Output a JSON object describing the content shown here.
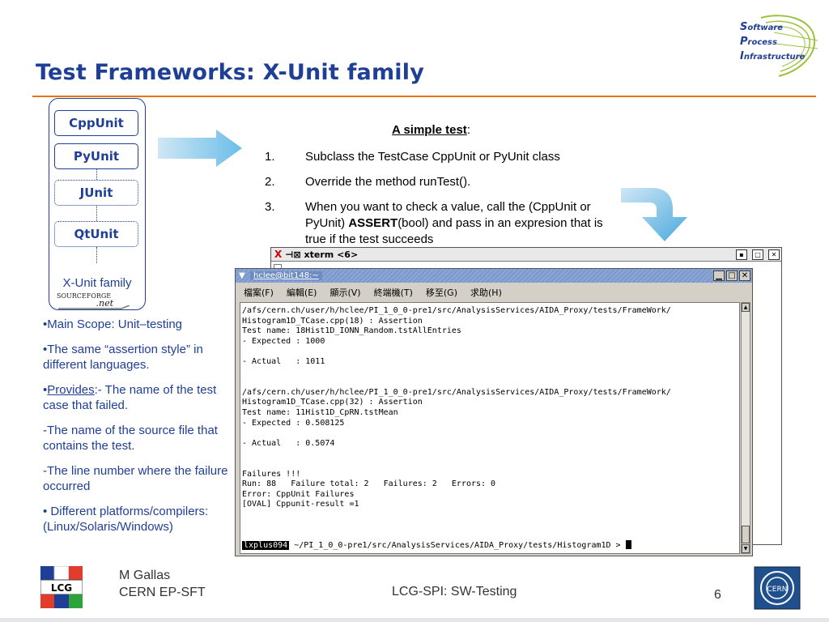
{
  "header": {
    "title": "Test Frameworks: X-Unit family",
    "logo": {
      "lines": [
        {
          "initial": "S",
          "rest": "oftware"
        },
        {
          "initial": "P",
          "rest": "rocess"
        },
        {
          "initial": "I",
          "rest": "nfrastructure"
        }
      ]
    },
    "colors": {
      "title": "#1f3f97",
      "rule": "#e8730f"
    }
  },
  "frameworks": {
    "items": [
      "CppUnit",
      "PyUnit",
      "JUnit",
      "QtUnit"
    ],
    "family_label": "X-Unit family",
    "sourceforge": {
      "line1": "SOURCEFORGE",
      "line2": ".net"
    }
  },
  "bullets": {
    "b1": "•Main Scope: Unit–testing",
    "b2": "•The same “assertion style” in different languages.",
    "b3_prefix": "•",
    "b3_link": "Provides",
    "b3_rest": ":- The name of the test case that failed.",
    "b4": "-The name of the source file that contains the test.",
    "b5": "-The line number where the failure occurred",
    "b6": "• Different platforms/compilers: (Linux/Solaris/Windows)"
  },
  "simple_test": {
    "heading": "A simple test",
    "heading_suffix": ":",
    "steps": [
      {
        "num": "1.",
        "text": "Subclass the TestCase CppUnit or PyUnit class"
      },
      {
        "num": "2.",
        "text": "Override the method runTest()."
      },
      {
        "num": "3.",
        "text_before": "When you want to check a value, call the (CppUnit or PyUnit) ",
        "text_bold": "ASSERT",
        "text_after": "(bool) and pass in an expresion that is true if the test succeeds"
      }
    ]
  },
  "xterm_back": {
    "title": "xterm <6>",
    "buttons": [
      "▪",
      "□",
      "✕"
    ]
  },
  "terminal": {
    "title": "hclee@bit148:~",
    "menu": [
      "檔案(F)",
      "編輯(E)",
      "顯示(V)",
      "終端機(T)",
      "移至(G)",
      "求助(H)"
    ],
    "window_buttons": [
      "▁",
      "□",
      "✕"
    ],
    "output": "/afs/cern.ch/user/h/hclee/PI_1_0_0-pre1/src/AnalysisServices/AIDA_Proxy/tests/FrameWork/\nHistogram1D_TCase.cpp(18) : Assertion\nTest name: 18Hist1D_IONN_Random.tstAllEntries\n- Expected : 1000\n\n- Actual   : 1011\n\n\n/afs/cern.ch/user/h/hclee/PI_1_0_0-pre1/src/AnalysisServices/AIDA_Proxy/tests/FrameWork/\nHistogram1D_TCase.cpp(32) : Assertion\nTest name: 11Hist1D_CpRN.tstMean\n- Expected : 0.508125\n\n- Actual   : 0.5074\n\n\nFailures !!!\nRun: 88   Failure total: 2   Failures: 2   Errors: 0\nError: CppUnit Failures\n[OVAL] Cppunit-result =1",
    "prompt_host": "lxplus094",
    "prompt_path": " ~/PI_1_0_0-pre1/src/AnalysisServices/AIDA_Proxy/tests/Histogram1D > "
  },
  "footer": {
    "author": "M Gallas",
    "org": "CERN EP-SFT",
    "center": "LCG-SPI: SW-Testing",
    "page": "6",
    "lcg_text": "LCG",
    "cern_text": "CERN"
  }
}
